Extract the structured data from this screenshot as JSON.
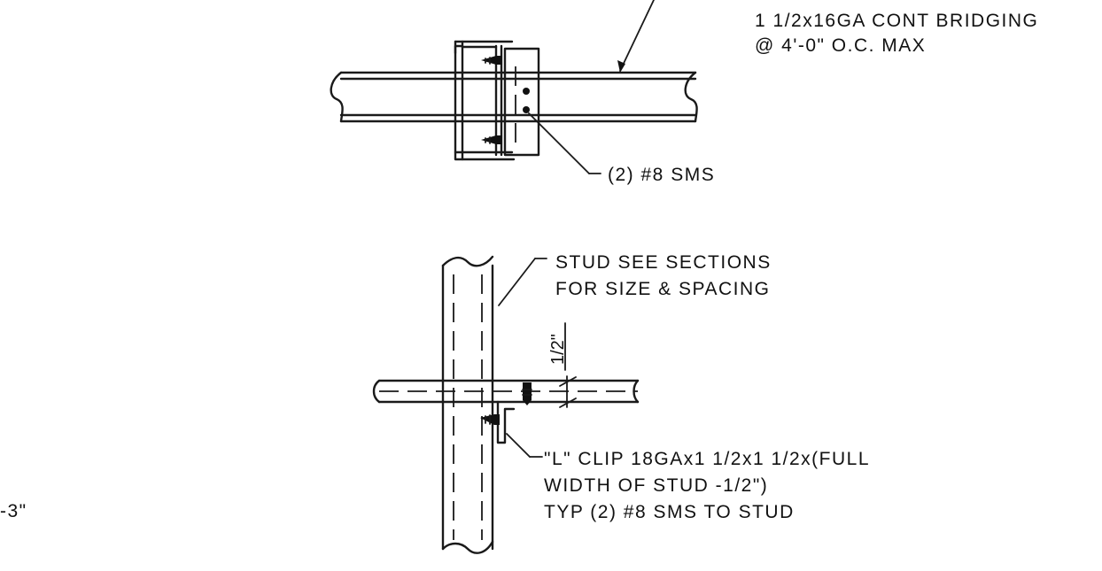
{
  "top_detail": {
    "bridging_note_line1": "1 1/2x16GA CONT BRIDGING",
    "bridging_note_line2": "@ 4'-0\" O.C. MAX",
    "screws_note": "(2) #8 SMS"
  },
  "bottom_detail": {
    "stud_note_line1": "STUD SEE SECTIONS",
    "stud_note_line2": "FOR SIZE & SPACING",
    "dimension": "1/2\"",
    "clip_note_line1": "\"L\" CLIP 18GAx1 1/2x1 1/2x(FULL",
    "clip_note_line2": "WIDTH OF STUD -1/2\")",
    "clip_note_line3": "TYP (2) #8 SMS TO STUD"
  },
  "margin_text": "-3\""
}
